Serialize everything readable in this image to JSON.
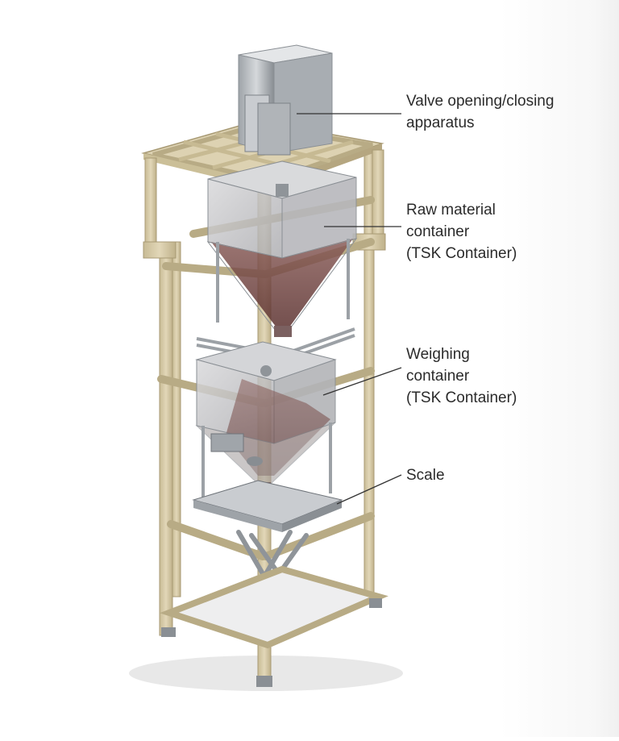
{
  "labels": {
    "valve": {
      "line1": "Valve opening/closing",
      "line2": "apparatus"
    },
    "raw_material": {
      "line1": "Raw material",
      "line2": "container",
      "line3": "(TSK Container)"
    },
    "weighing": {
      "line1": "Weighing",
      "line2": "container",
      "line3": "(TSK Container)"
    },
    "scale": {
      "line1": "Scale"
    }
  },
  "colors": {
    "frame": "#d8cba8",
    "frame_dark": "#b5a680",
    "steel": "#b8bcc0",
    "steel_dark": "#7d8287",
    "glass": "#c9c9cc",
    "powder": "#6b3f3c",
    "leader_line": "#333333"
  }
}
